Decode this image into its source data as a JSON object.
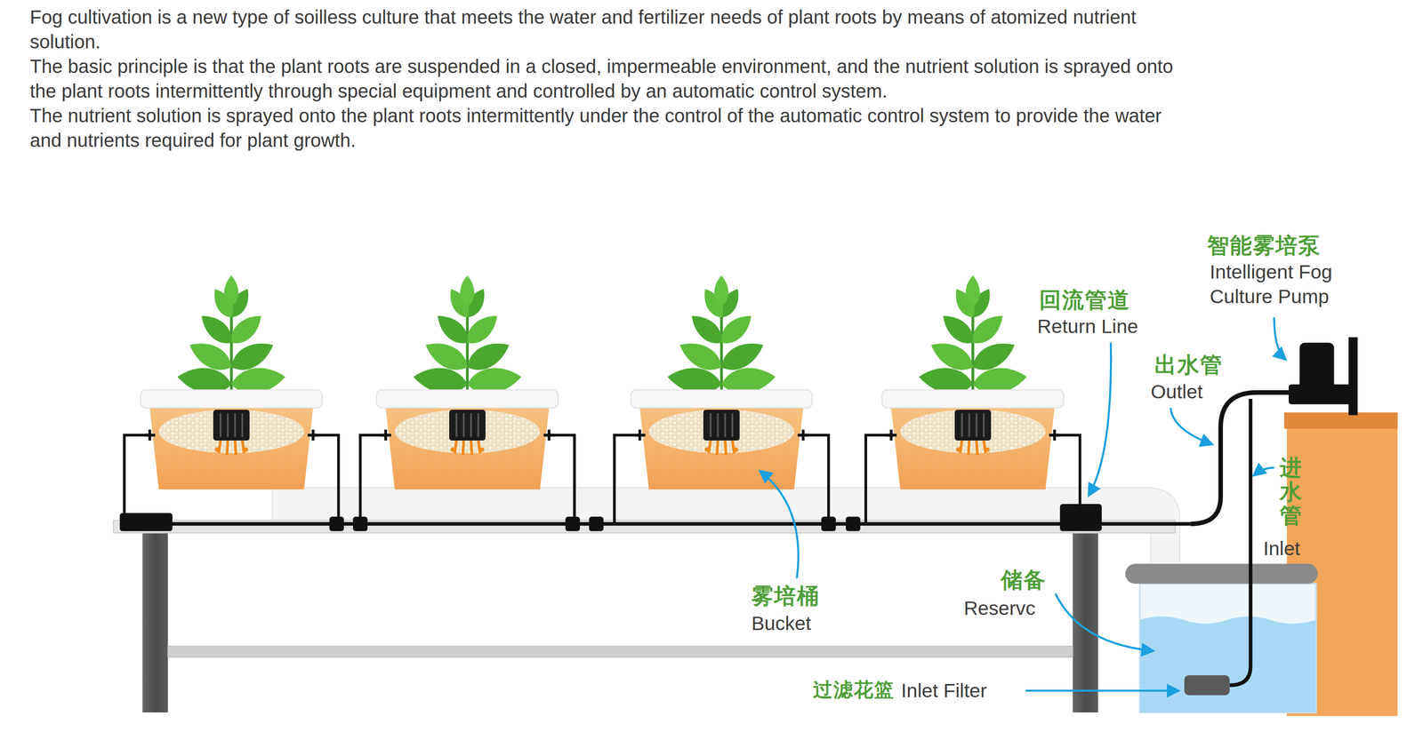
{
  "diagram": {
    "labels": [
      "Fog cultivation is a new type of soilless culture that meets the water and fertilizer needs of plant roots by means of atomized nutrient solution.",
      "The basic principle is that the plant roots are suspended in a closed, impermeable environment, and the nutrient solution is sprayed onto the plant roots intermittently through special equipment and controlled by an automatic control system.",
      "The nutrient solution is sprayed onto the plant roots intermittently under the control of the automatic control system to provide the water and nutrients required for plant growth.",
      "智能雾培泵",
      "Intelligent Fog Culture Pump",
      "回流管道",
      "Return Line",
      "出水管",
      "Outlet",
      "进水管",
      "Inlet",
      "储备",
      "Reservc",
      "雾培桶",
      "Bucket",
      "过滤花篮",
      "Inlet Filter"
    ]
  }
}
